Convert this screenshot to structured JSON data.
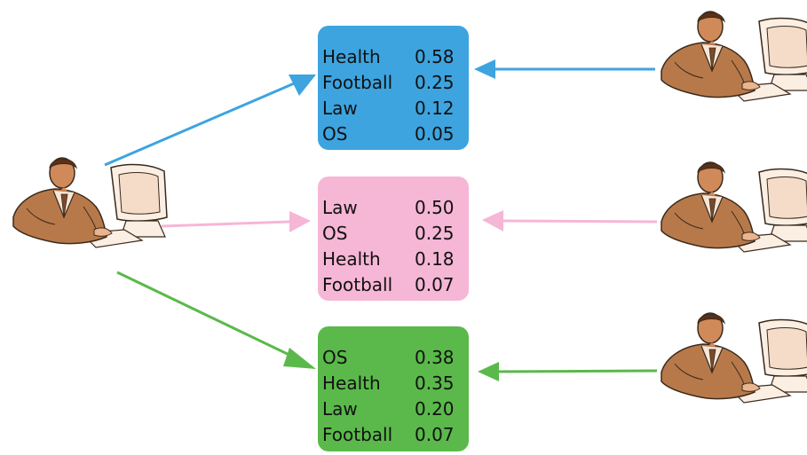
{
  "colors": {
    "blue": "#3da4df",
    "pink": "#f6b6d6",
    "green": "#5ab94a",
    "skin": "#b8794a",
    "ink": "#3a2a1c"
  },
  "icons": [
    "user-at-computer-icon"
  ],
  "boxes": [
    {
      "color": "blue",
      "rows": [
        {
          "topic": "Health",
          "value": "0.58"
        },
        {
          "topic": "Football",
          "value": "0.25"
        },
        {
          "topic": "Law",
          "value": "0.12"
        },
        {
          "topic": "OS",
          "value": "0.05"
        }
      ]
    },
    {
      "color": "pink",
      "rows": [
        {
          "topic": "Law",
          "value": "0.50"
        },
        {
          "topic": "OS",
          "value": "0.25"
        },
        {
          "topic": "Health",
          "value": "0.18"
        },
        {
          "topic": "Football",
          "value": "0.07"
        }
      ]
    },
    {
      "color": "green",
      "rows": [
        {
          "topic": "OS",
          "value": "0.38"
        },
        {
          "topic": "Health",
          "value": "0.35"
        },
        {
          "topic": "Law",
          "value": "0.20"
        },
        {
          "topic": "Football",
          "value": "0.07"
        }
      ]
    }
  ]
}
